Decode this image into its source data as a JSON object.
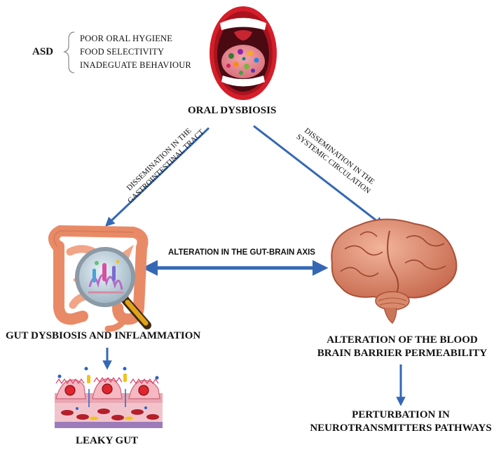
{
  "asd": {
    "label": "ASD",
    "factors": [
      "POOR ORAL HYGIENE",
      "FOOD SELECTIVITY",
      "INADEGUATE BEHAVIOUR"
    ]
  },
  "nodes": {
    "oral": "ORAL DYSBIOSIS",
    "gut": "GUT DYSBIOSIS AND INFLAMMATION",
    "bbb_line1": "ALTERATION OF THE BLOOD",
    "bbb_line2": "BRAIN BARRIER PERMEABILITY",
    "leaky": "LEAKY GUT",
    "neuro_line1": "PERTURBATION IN",
    "neuro_line2": "NEUROTRANSMITTERS PATHWAYS"
  },
  "edges": {
    "gi_line1": "DISSEMINATION IN  THE",
    "gi_line2": "GASTROINTESTINAL TRACT",
    "sys_line1": "DISSEMINATION IN THE",
    "sys_line2": "SYSTEMIC CIRCULATION",
    "axis": "ALTERATION IN THE GUT-BRAIN AXIS"
  },
  "colors": {
    "arrow": "#3568b4",
    "text": "#111111"
  }
}
